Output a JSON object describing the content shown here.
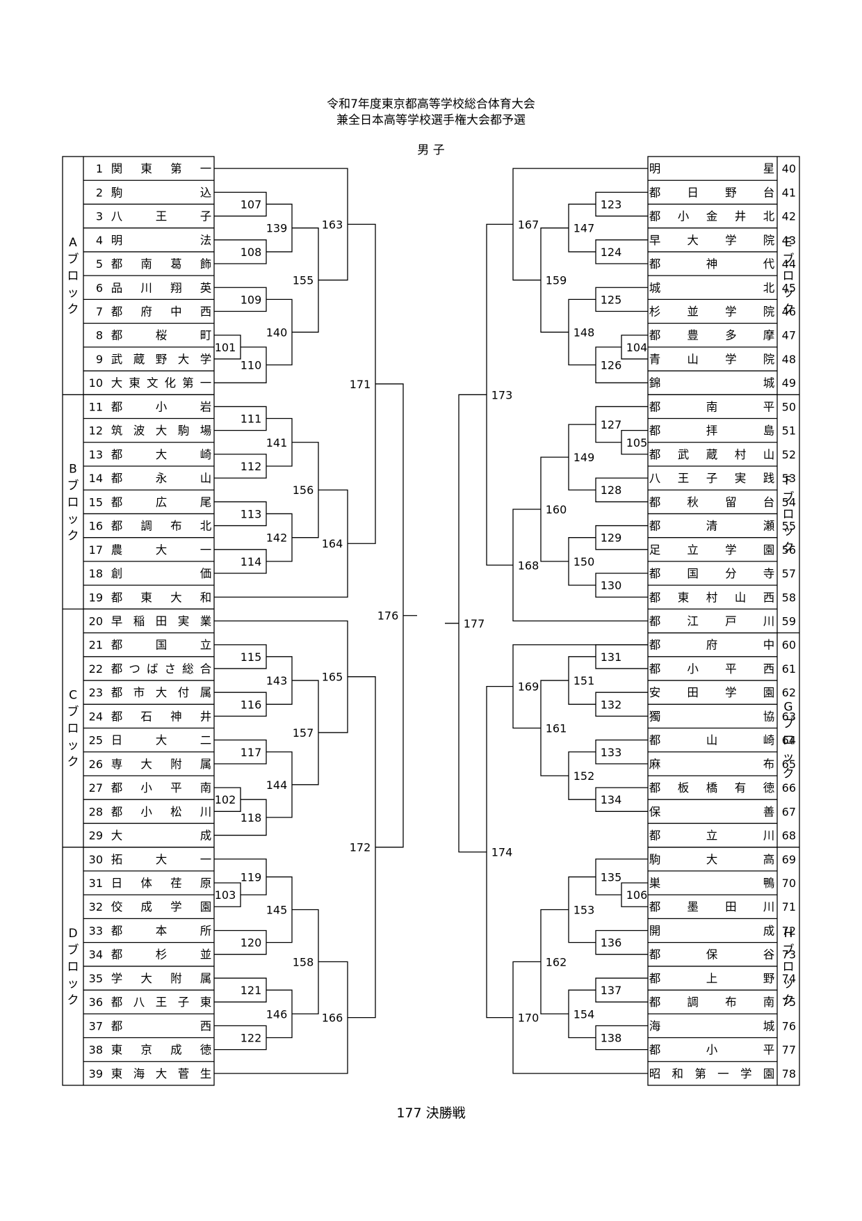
{
  "header": {
    "title_line1": "令和7年度東京都高等学校総合体育大会",
    "title_line2": "兼全日本高等学校選手権大会都予選",
    "division": "男 子"
  },
  "footer": {
    "final_label": "177 決勝戦"
  },
  "blocks": {
    "left": [
      {
        "label": "Aブロック",
        "count": 10
      },
      {
        "label": "Bブロック",
        "count": 9
      },
      {
        "label": "Cブロック",
        "count": 10
      },
      {
        "label": "Dブロック",
        "count": 10
      }
    ],
    "right": [
      {
        "label": "Eブロック",
        "count": 10
      },
      {
        "label": "Fブロック",
        "count": 10
      },
      {
        "label": "Gブロック",
        "count": 9
      },
      {
        "label": "Hブロック",
        "count": 10
      }
    ]
  },
  "teams": {
    "left": [
      {
        "num": "1",
        "name": "関東第一"
      },
      {
        "num": "2",
        "name": "駒込"
      },
      {
        "num": "3",
        "name": "八王子"
      },
      {
        "num": "4",
        "name": "明法"
      },
      {
        "num": "5",
        "name": "都南葛飾"
      },
      {
        "num": "6",
        "name": "品川翔英"
      },
      {
        "num": "7",
        "name": "都府中西"
      },
      {
        "num": "8",
        "name": "都桜町"
      },
      {
        "num": "9",
        "name": "武蔵野大学"
      },
      {
        "num": "10",
        "name": "大東文化第一"
      },
      {
        "num": "11",
        "name": "都小岩"
      },
      {
        "num": "12",
        "name": "筑波大駒場"
      },
      {
        "num": "13",
        "name": "都大崎"
      },
      {
        "num": "14",
        "name": "都永山"
      },
      {
        "num": "15",
        "name": "都広尾"
      },
      {
        "num": "16",
        "name": "都調布北"
      },
      {
        "num": "17",
        "name": "農大一"
      },
      {
        "num": "18",
        "name": "創価"
      },
      {
        "num": "19",
        "name": "都東大和"
      },
      {
        "num": "20",
        "name": "早稲田実業"
      },
      {
        "num": "21",
        "name": "都国立"
      },
      {
        "num": "22",
        "name": "都つばさ総合"
      },
      {
        "num": "23",
        "name": "都市大付属"
      },
      {
        "num": "24",
        "name": "都石神井"
      },
      {
        "num": "25",
        "name": "日大二"
      },
      {
        "num": "26",
        "name": "専大附属"
      },
      {
        "num": "27",
        "name": "都小平南"
      },
      {
        "num": "28",
        "name": "都小松川"
      },
      {
        "num": "29",
        "name": "大成"
      },
      {
        "num": "30",
        "name": "拓大一"
      },
      {
        "num": "31",
        "name": "日体荏原"
      },
      {
        "num": "32",
        "name": "佼成学園"
      },
      {
        "num": "33",
        "name": "都本所"
      },
      {
        "num": "34",
        "name": "都杉並"
      },
      {
        "num": "35",
        "name": "学大附属"
      },
      {
        "num": "36",
        "name": "都八王子東"
      },
      {
        "num": "37",
        "name": "都西"
      },
      {
        "num": "38",
        "name": "東京成徳"
      },
      {
        "num": "39",
        "name": "東海大菅生"
      }
    ],
    "right": [
      {
        "num": "40",
        "name": "明星"
      },
      {
        "num": "41",
        "name": "都日野台"
      },
      {
        "num": "42",
        "name": "都小金井北"
      },
      {
        "num": "43",
        "name": "早大学院"
      },
      {
        "num": "44",
        "name": "都神代"
      },
      {
        "num": "45",
        "name": "城北"
      },
      {
        "num": "46",
        "name": "杉並学院"
      },
      {
        "num": "47",
        "name": "都豊多摩"
      },
      {
        "num": "48",
        "name": "青山学院"
      },
      {
        "num": "49",
        "name": "錦城"
      },
      {
        "num": "50",
        "name": "都南平"
      },
      {
        "num": "51",
        "name": "都拝島"
      },
      {
        "num": "52",
        "name": "都武蔵村山"
      },
      {
        "num": "53",
        "name": "八王子実践"
      },
      {
        "num": "54",
        "name": "都秋留台"
      },
      {
        "num": "55",
        "name": "都清瀬"
      },
      {
        "num": "56",
        "name": "足立学園"
      },
      {
        "num": "57",
        "name": "都国分寺"
      },
      {
        "num": "58",
        "name": "都東村山西"
      },
      {
        "num": "59",
        "name": "都江戸川"
      },
      {
        "num": "60",
        "name": "都府中"
      },
      {
        "num": "61",
        "name": "都小平西"
      },
      {
        "num": "62",
        "name": "安田学園"
      },
      {
        "num": "63",
        "name": "獨協"
      },
      {
        "num": "64",
        "name": "都山崎"
      },
      {
        "num": "65",
        "name": "麻布"
      },
      {
        "num": "66",
        "name": "都板橋有徳"
      },
      {
        "num": "67",
        "name": "保善"
      },
      {
        "num": "68",
        "name": "都立川"
      },
      {
        "num": "69",
        "name": "駒大高"
      },
      {
        "num": "70",
        "name": "巣鴨"
      },
      {
        "num": "71",
        "name": "都墨田川"
      },
      {
        "num": "72",
        "name": "開成"
      },
      {
        "num": "73",
        "name": "都保谷"
      },
      {
        "num": "74",
        "name": "都上野"
      },
      {
        "num": "75",
        "name": "都調布南"
      },
      {
        "num": "76",
        "name": "海城"
      },
      {
        "num": "77",
        "name": "都小平"
      },
      {
        "num": "78",
        "name": "昭和第一学園"
      }
    ]
  },
  "match_numbers": {
    "left": {
      "m1": [
        "101",
        "102",
        "103"
      ],
      "m2": [
        "107",
        "108",
        "109",
        "110",
        "111",
        "112",
        "113",
        "114",
        "115",
        "116",
        "117",
        "118",
        "119",
        "120",
        "121",
        "122"
      ],
      "m3": [
        "139",
        "140",
        "141",
        "142",
        "143",
        "144",
        "145",
        "146"
      ],
      "m4": [
        "155",
        "156",
        "157",
        "158"
      ],
      "m5": [
        "163",
        "164",
        "165",
        "166"
      ],
      "m6": [
        "171",
        "172"
      ],
      "final": "176"
    },
    "right": {
      "m1": [
        "104",
        "105",
        "106"
      ],
      "m2": [
        "123",
        "124",
        "125",
        "126",
        "127",
        "128",
        "129",
        "130",
        "131",
        "132",
        "133",
        "134",
        "135",
        "136",
        "137",
        "138"
      ],
      "m3": [
        "147",
        "148",
        "149",
        "150",
        "151",
        "152",
        "153",
        "154"
      ],
      "m4": [
        "159",
        "160",
        "161",
        "162"
      ],
      "m5": [
        "167",
        "168",
        "169",
        "170"
      ],
      "m6": [
        "173",
        "174"
      ],
      "final": "177"
    }
  }
}
